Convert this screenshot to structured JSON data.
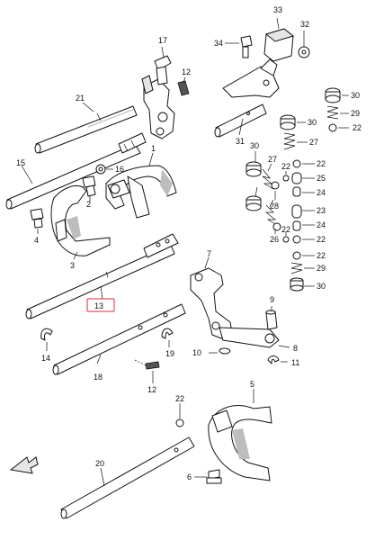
{
  "callouts": [
    {
      "id": "c1",
      "text": "1"
    },
    {
      "id": "c2",
      "text": "2"
    },
    {
      "id": "c3",
      "text": "3"
    },
    {
      "id": "c4",
      "text": "4"
    },
    {
      "id": "c5",
      "text": "5"
    },
    {
      "id": "c6",
      "text": "6"
    },
    {
      "id": "c7",
      "text": "7"
    },
    {
      "id": "c8",
      "text": "8"
    },
    {
      "id": "c9",
      "text": "9"
    },
    {
      "id": "c10",
      "text": "10"
    },
    {
      "id": "c11",
      "text": "11"
    },
    {
      "id": "c12a",
      "text": "12"
    },
    {
      "id": "c12b",
      "text": "12"
    },
    {
      "id": "c13",
      "text": "13"
    },
    {
      "id": "c14",
      "text": "14"
    },
    {
      "id": "c15",
      "text": "15"
    },
    {
      "id": "c16",
      "text": "16"
    },
    {
      "id": "c17",
      "text": "17"
    },
    {
      "id": "c18",
      "text": "18"
    },
    {
      "id": "c19",
      "text": "19"
    },
    {
      "id": "c20",
      "text": "20"
    },
    {
      "id": "c21",
      "text": "21"
    },
    {
      "id": "c22a",
      "text": "22"
    },
    {
      "id": "c22b",
      "text": "22"
    },
    {
      "id": "c22c",
      "text": "22"
    },
    {
      "id": "c22d",
      "text": "22"
    },
    {
      "id": "c22e",
      "text": "22"
    },
    {
      "id": "c22f",
      "text": "22"
    },
    {
      "id": "c22g",
      "text": "22"
    },
    {
      "id": "c23",
      "text": "23"
    },
    {
      "id": "c24a",
      "text": "24"
    },
    {
      "id": "c24b",
      "text": "24"
    },
    {
      "id": "c25",
      "text": "25"
    },
    {
      "id": "c26",
      "text": "26"
    },
    {
      "id": "c27a",
      "text": "27"
    },
    {
      "id": "c27b",
      "text": "27"
    },
    {
      "id": "c28",
      "text": "28"
    },
    {
      "id": "c29a",
      "text": "29"
    },
    {
      "id": "c29b",
      "text": "29"
    },
    {
      "id": "c30a",
      "text": "30"
    },
    {
      "id": "c30b",
      "text": "30"
    },
    {
      "id": "c30c",
      "text": "30"
    },
    {
      "id": "c30d",
      "text": "30"
    },
    {
      "id": "c31",
      "text": "31"
    },
    {
      "id": "c32",
      "text": "32"
    },
    {
      "id": "c33",
      "text": "33"
    },
    {
      "id": "c34",
      "text": "34"
    }
  ],
  "highlight_color": "#e0294a",
  "orientation_icon": "front-arrow-icon"
}
